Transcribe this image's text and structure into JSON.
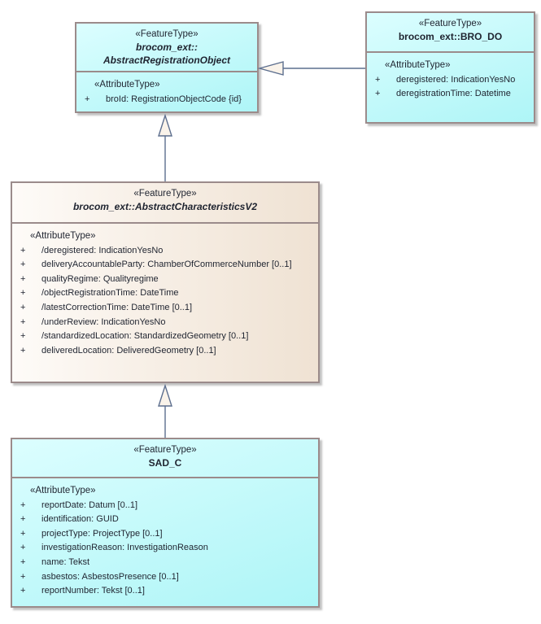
{
  "diagram": {
    "kind": "uml-class-diagram",
    "colors": {
      "background": "#ffffff",
      "box_border": "#9b8b8b",
      "cyan_fill_start": "#dcfeff",
      "cyan_fill_end": "#aef5f7",
      "beige_fill_start": "#fefbf8",
      "beige_fill_end": "#efe2d3",
      "connector_line": "#5c6e8e",
      "arrowhead_fill": "#faf3ea",
      "text": "#1f2430"
    },
    "classes": [
      {
        "id": "abstract-registration-object",
        "stereotype": "«FeatureType»",
        "name_lines": [
          "brocom_ext::",
          "AbstractRegistrationObject"
        ],
        "abstract": true,
        "attr_stereotype": "«AttributeType»",
        "attributes": [
          {
            "vis": "+",
            "text": "broId: RegistrationObjectCode {id}"
          }
        ]
      },
      {
        "id": "bro-do",
        "stereotype": "«FeatureType»",
        "name_lines": [
          "brocom_ext::BRO_DO"
        ],
        "abstract": false,
        "attr_stereotype": "«AttributeType»",
        "attributes": [
          {
            "vis": "+",
            "text": "deregistered: IndicationYesNo"
          },
          {
            "vis": "+",
            "text": "deregistrationTime: Datetime"
          }
        ]
      },
      {
        "id": "abstract-characteristics-v2",
        "stereotype": "«FeatureType»",
        "name_lines": [
          "brocom_ext::AbstractCharacteristicsV2"
        ],
        "abstract": true,
        "attr_stereotype": "«AttributeType»",
        "attributes": [
          {
            "vis": "+",
            "text": "/deregistered: IndicationYesNo"
          },
          {
            "vis": "+",
            "text": "deliveryAccountableParty: ChamberOfCommerceNumber [0..1]"
          },
          {
            "vis": "+",
            "text": "qualityRegime: Qualityregime"
          },
          {
            "vis": "+",
            "text": "/objectRegistrationTime: DateTime"
          },
          {
            "vis": "+",
            "text": "/latestCorrectionTime: DateTime [0..1]"
          },
          {
            "vis": "+",
            "text": "/underReview: IndicationYesNo"
          },
          {
            "vis": "+",
            "text": "/standardizedLocation: StandardizedGeometry [0..1]"
          },
          {
            "vis": "+",
            "text": "deliveredLocation: DeliveredGeometry [0..1]"
          }
        ]
      },
      {
        "id": "sad-c",
        "stereotype": "«FeatureType»",
        "name_lines": [
          "SAD_C"
        ],
        "abstract": false,
        "attr_stereotype": "«AttributeType»",
        "attributes": [
          {
            "vis": "+",
            "text": "reportDate: Datum [0..1]"
          },
          {
            "vis": "+",
            "text": "identification: GUID"
          },
          {
            "vis": "+",
            "text": "projectType: ProjectType [0..1]"
          },
          {
            "vis": "+",
            "text": "investigationReason: InvestigationReason"
          },
          {
            "vis": "+",
            "text": "name: Tekst"
          },
          {
            "vis": "+",
            "text": "asbestos: AsbestosPresence [0..1]"
          },
          {
            "vis": "+",
            "text": "reportNumber: Tekst [0..1]"
          }
        ]
      }
    ],
    "relations": [
      {
        "type": "generalization",
        "from": "brocom_ext::BRO_DO",
        "to": "brocom_ext::AbstractRegistrationObject"
      },
      {
        "type": "generalization",
        "from": "brocom_ext::AbstractCharacteristicsV2",
        "to": "brocom_ext::AbstractRegistrationObject"
      },
      {
        "type": "generalization",
        "from": "SAD_C",
        "to": "brocom_ext::AbstractCharacteristicsV2"
      }
    ]
  }
}
